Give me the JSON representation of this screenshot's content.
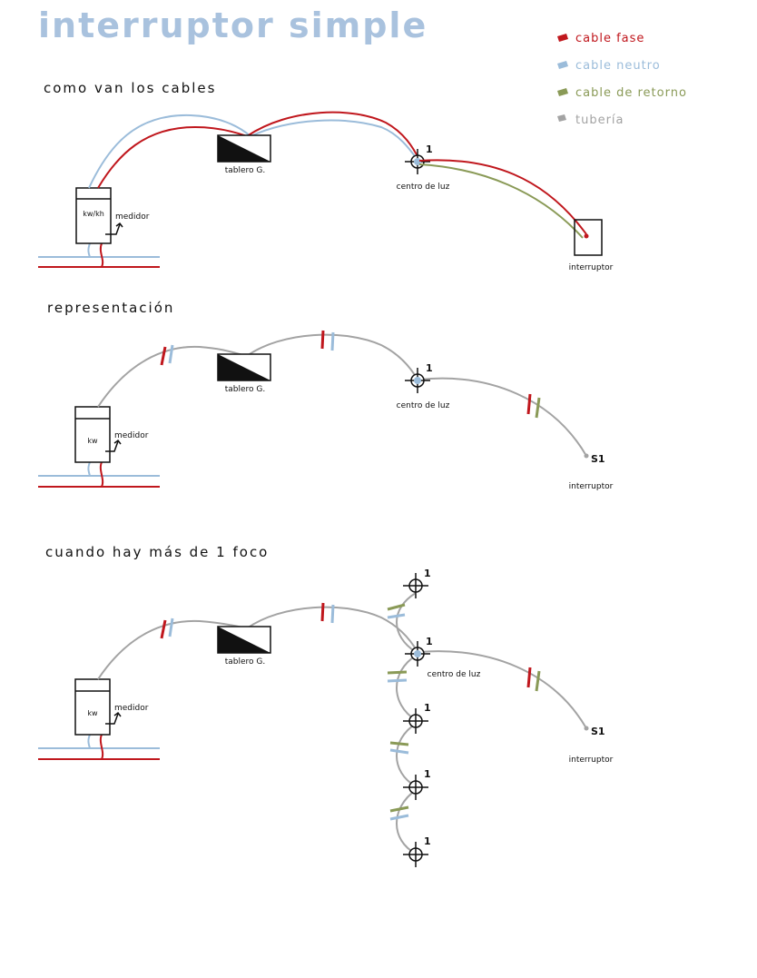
{
  "title": "interruptor simple",
  "legend": [
    {
      "label": "cable fase",
      "color": "#c0171d"
    },
    {
      "label": "cable neutro",
      "color": "#9bbcda"
    },
    {
      "label": "cable de retorno",
      "color": "#8a9a57"
    },
    {
      "label": "tubería",
      "color": "#a3a3a3"
    }
  ],
  "sections": {
    "s1": "como van los cables",
    "s2": "representación",
    "s3": "cuando hay más de 1 foco"
  },
  "labels": {
    "panel": "tablero G.",
    "light_center": "centro de luz",
    "switch": "interruptor",
    "meter": "medidor",
    "meter_unit_1": "kw/kh",
    "meter_unit_2": "kw",
    "light_number": "1",
    "switch_code": "S1"
  },
  "colors": {
    "phase": "#c0171d",
    "neutral": "#9bbcda",
    "return": "#8a9a57",
    "conduit": "#a3a3a3"
  }
}
